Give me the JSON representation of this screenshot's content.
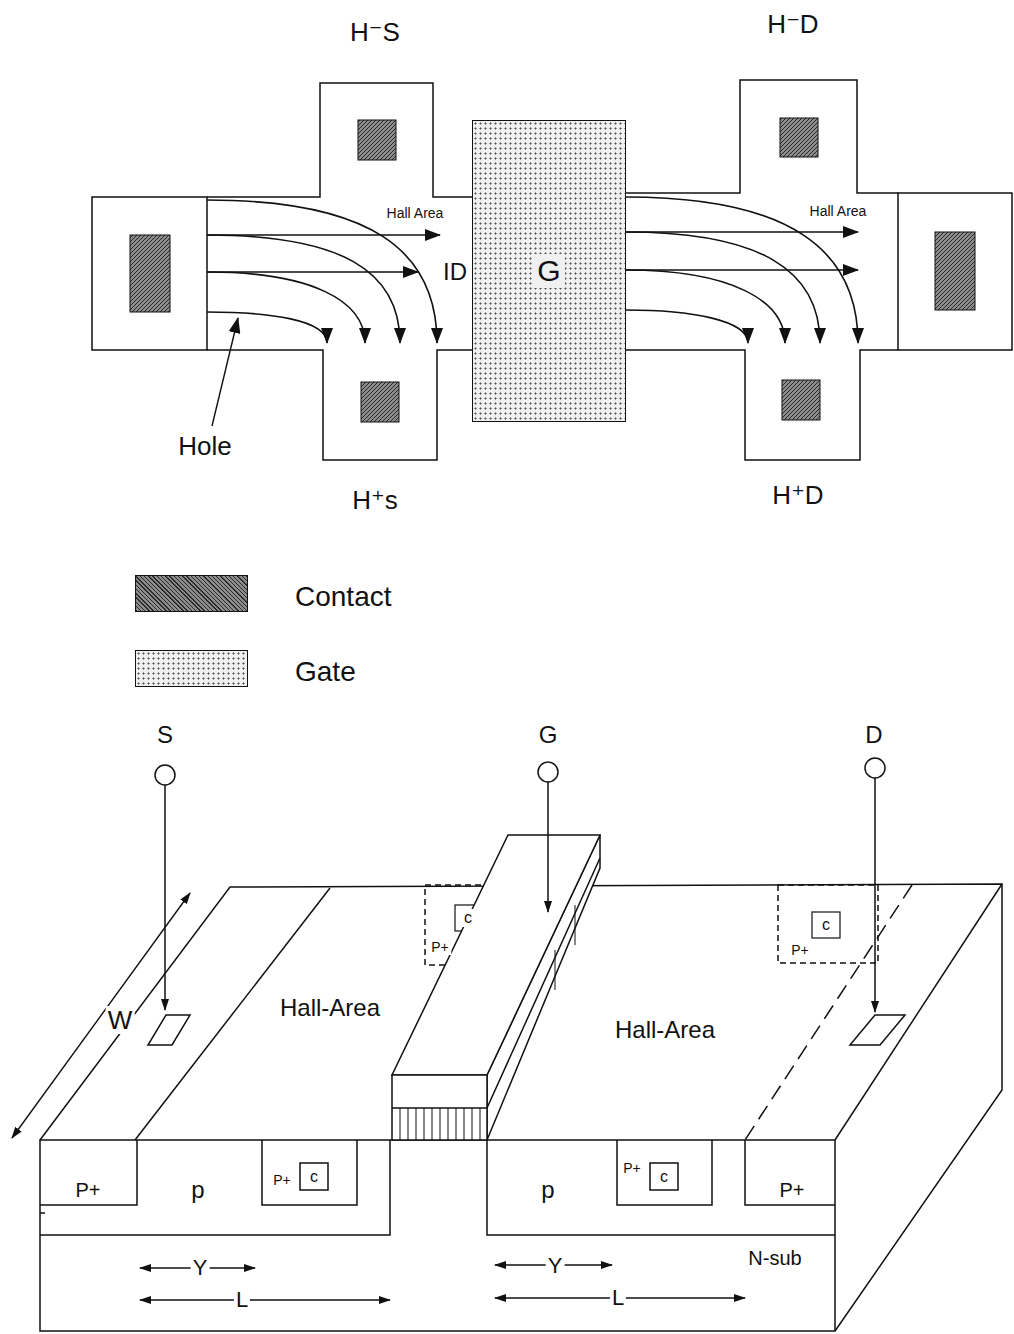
{
  "diagram": {
    "nodes": [
      {
        "text": [
          "G"
        ]
      }
    ],
    "labels": [
      "H⁻S",
      "H⁻D",
      "Hall Area",
      "Hall Area",
      "ID",
      "Hole",
      "H⁺s",
      "H⁺D",
      "S",
      "G",
      "D",
      "W",
      "P+",
      "c",
      "P+",
      "c",
      "Hall-Area",
      "Hall-Area",
      "P+",
      "p",
      "P+",
      "c",
      "p",
      "P+",
      "c",
      "P+",
      "Y",
      "L",
      "Y",
      "L",
      "N-sub"
    ],
    "legend": [
      {
        "text": "Contact",
        "color": "#8c8c8c"
      },
      {
        "text": "Gate",
        "color": "#f0f0f0"
      }
    ]
  }
}
